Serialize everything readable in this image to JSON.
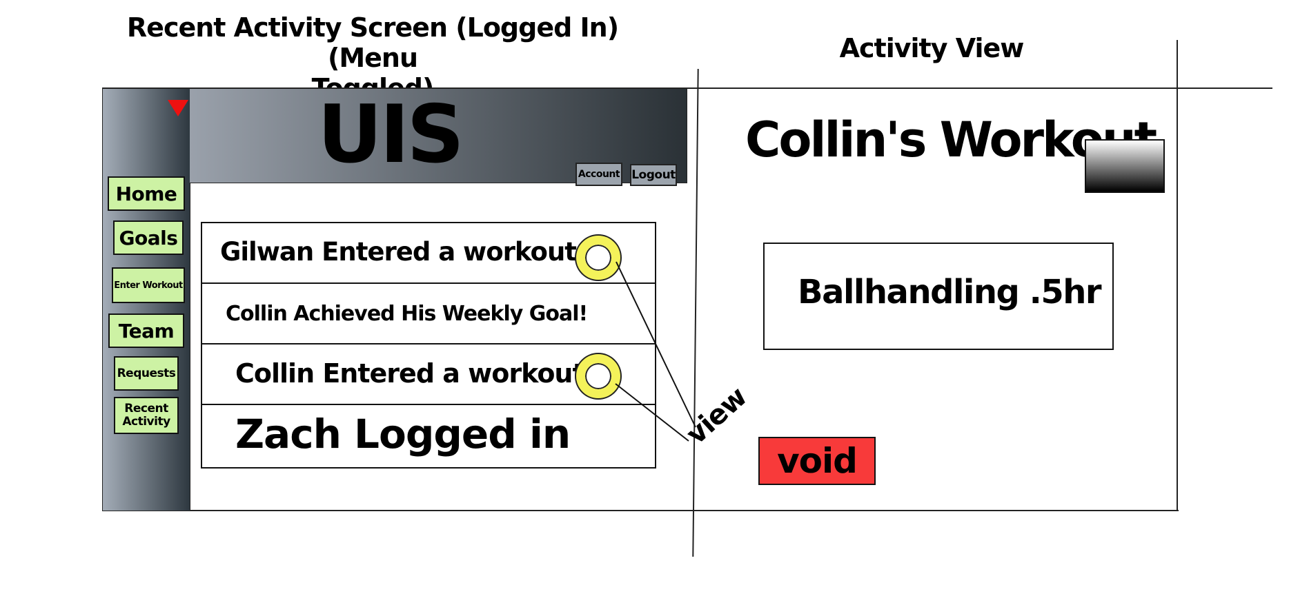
{
  "titles": {
    "left_line1": "Recent Activity  Screen (Logged In) (Menu",
    "left_line2": "Toggled)",
    "right": "Activity View"
  },
  "app": {
    "logo": "UIS",
    "account_label": "Account",
    "logout_label": "Logout"
  },
  "sidebar": {
    "items": [
      {
        "label": "Home"
      },
      {
        "label": "Goals"
      },
      {
        "label": "Enter Workout"
      },
      {
        "label": "Team"
      },
      {
        "label": "Requests"
      },
      {
        "label": "Recent Activity"
      }
    ],
    "toggle_icon": "triangle-down-icon"
  },
  "feed": {
    "items": [
      {
        "text": "Gilwan Entered a workout",
        "has_view": true
      },
      {
        "text": "Collin Achieved His Weekly Goal!",
        "has_view": false
      },
      {
        "text": "Collin Entered a workout",
        "has_view": true
      },
      {
        "text": "Zach Logged in",
        "has_view": false
      }
    ],
    "view_annotation": "view",
    "view_icon": "circle-icon"
  },
  "activity_view": {
    "title": "Collin's Workout",
    "detail": "Ballhandling .5hr",
    "void_label": "void"
  },
  "colors": {
    "nav_button": "#cdf2a4",
    "view_circle": "#f4f25a",
    "void_button": "#f83a3a",
    "menu_triangle": "#ee1111"
  }
}
